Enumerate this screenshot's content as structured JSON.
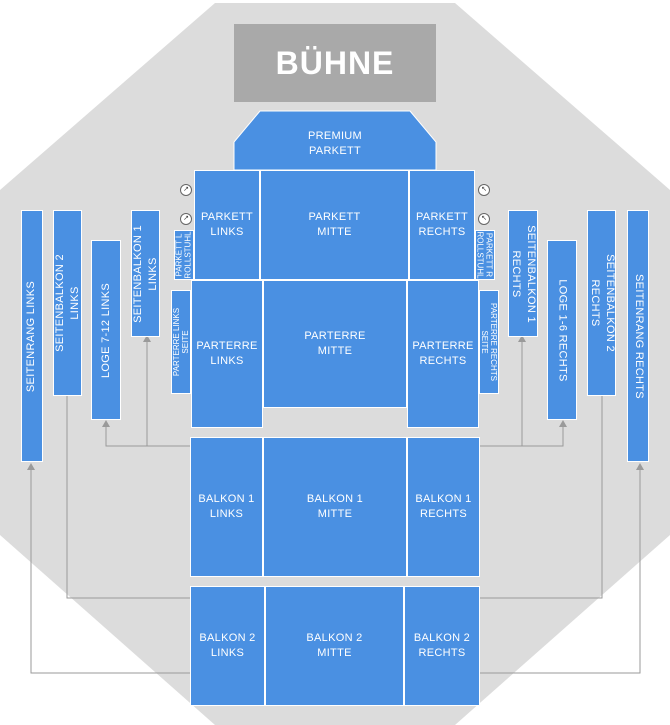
{
  "stage": {
    "label": "BÜHNE"
  },
  "sections": {
    "premium_parkett": "PREMIUM\nPARKETT",
    "parkett_links": "PARKETT\nLINKS",
    "parkett_mitte": "PARKETT\nMITTE",
    "parkett_rechts": "PARKETT\nRECHTS",
    "parkett_l_rollstuhl": "PARKETT L\nROLLSTUHL",
    "parkett_r_rollstuhl": "PARKETT R\nROLLSTUHL",
    "parterre_links": "PARTERRE\nLINKS",
    "parterre_mitte": "PARTERRE\nMITTE",
    "parterre_rechts": "PARTERRE\nRECHTS",
    "parterre_links_seite": "PARTERRE LINKS\nSEITE",
    "parterre_rechts_seite": "PARTERRE RECHTS\nSEITE",
    "balkon1_links": "BALKON 1\nLINKS",
    "balkon1_mitte": "BALKON 1\nMITTE",
    "balkon1_rechts": "BALKON 1\nRECHTS",
    "balkon2_links": "BALKON 2\nLINKS",
    "balkon2_mitte": "BALKON 2\nMITTE",
    "balkon2_rechts": "BALKON 2\nRECHTS",
    "seitenrang_links": "SEITENRANG LINKS",
    "seitenbalkon2_links": "SEITENBALKON 2\nLINKS",
    "loge_7_12_links": "LOGE 7-12 LINKS",
    "seitenbalkon1_links": "SEITENBALKON 1\nLINKS",
    "seitenbalkon1_rechts": "SEITENBALKON 1\nRECHTS",
    "loge_1_6_rechts": "LOGE 1-6 RECHTS",
    "seitenbalkon2_rechts": "SEITENBALKON 2\nRECHTS",
    "seitenrang_rechts": "SEITENRANG RECHTS"
  },
  "colors": {
    "section": "#4a90e2",
    "hall": "#dcdcdc",
    "stage": "#a9a9a9",
    "connector": "#9a9a9a"
  }
}
